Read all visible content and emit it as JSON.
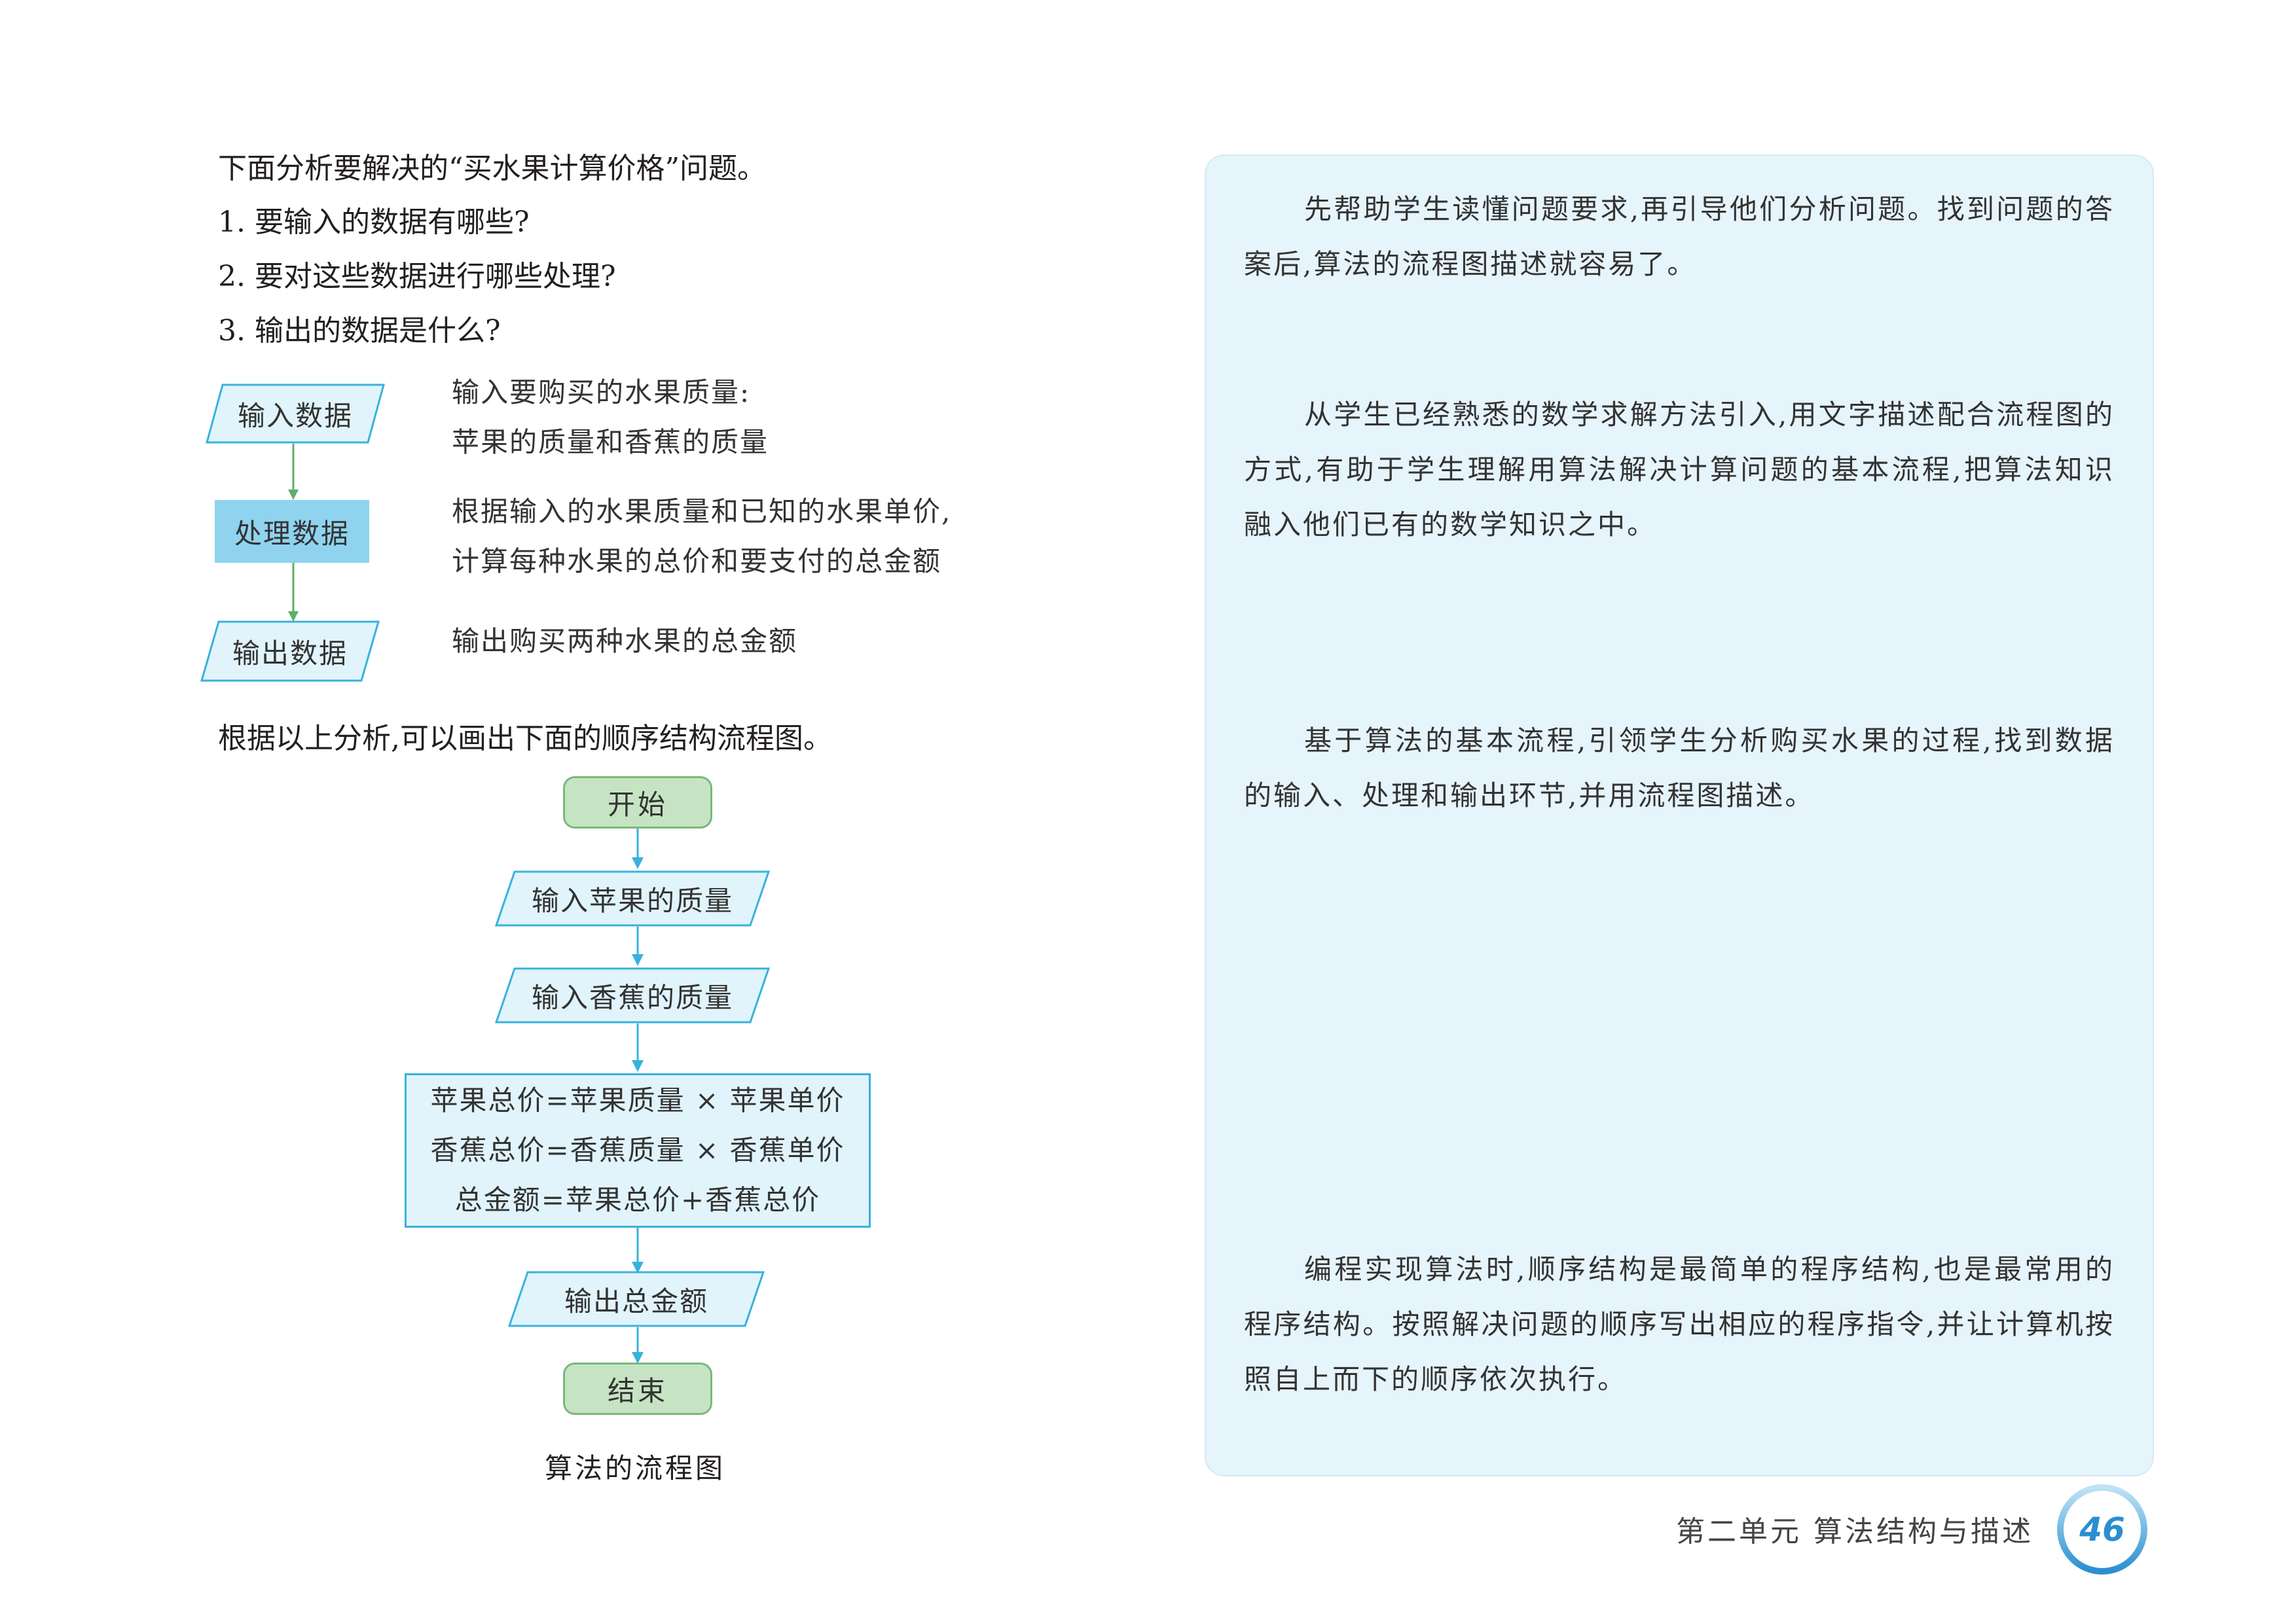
{
  "questions": {
    "intro": "下面分析要解决的“买水果计算价格”问题。",
    "q1": "1. 要输入的数据有哪些?",
    "q2": "2. 要对这些数据进行哪些处理?",
    "q3": "3. 输出的数据是什么?"
  },
  "analysis": {
    "input_label": "输入数据",
    "input_desc_1": "输入要购买的水果质量:",
    "input_desc_2": "苹果的质量和香蕉的质量",
    "process_label": "处理数据",
    "process_desc_1": "根据输入的水果质量和已知的水果单价,",
    "process_desc_2": "计算每种水果的总价和要支付的总金额",
    "output_label": "输出数据",
    "output_desc": "输出购买两种水果的总金额"
  },
  "flow_intro": "根据以上分析,可以画出下面的顺序结构流程图。",
  "flowchart": {
    "start": "开始",
    "input_apple": "输入苹果的质量",
    "input_banana": "输入香蕉的质量",
    "calc_1": "苹果总价=苹果质量 × 苹果单价",
    "calc_2": "香蕉总价=香蕉质量 × 香蕉单价",
    "calc_3": "总金额=苹果总价+香蕉总价",
    "output": "输出总金额",
    "end": "结束",
    "caption": "算法的流程图"
  },
  "notes": [
    "先帮助学生读懂问题要求,再引导他们分析问题。找到问题的答案后,算法的流程图描述就容易了。",
    "从学生已经熟悉的数学求解方法引入,用文字描述配合流程图的方式,有助于学生理解用算法解决计算问题的基本流程,把算法知识融入他们已有的数学知识之中。",
    "基于算法的基本流程,引领学生分析购买水果的过程,找到数据的输入、处理和输出环节,并用流程图描述。",
    "编程实现算法时,顺序结构是最简单的程序结构,也是最常用的程序结构。按照解决问题的顺序写出相应的程序指令,并让计算机按照自上而下的顺序依次执行。"
  ],
  "footer": {
    "unit": "第二单元 算法结构与描述",
    "page": "46"
  },
  "colors": {
    "flow_blue": "#38b2dc",
    "flow_fill": "#e1f4fc",
    "terminal_green": "#c6e4c4",
    "small_arrow_green": "#5fae6a",
    "panel_bg": "#e6f4fb",
    "page_num": "#2a8fd0"
  }
}
